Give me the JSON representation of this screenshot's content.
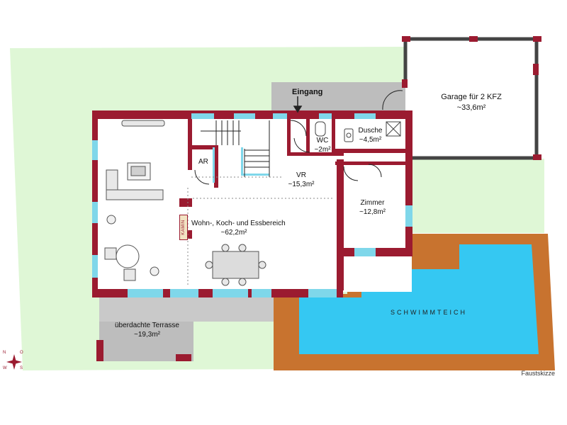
{
  "rooms": {
    "eingang": {
      "title": "Eingang"
    },
    "garage": {
      "title": "Garage für 2 KFZ",
      "area": "~33,6m²"
    },
    "ar": {
      "title": "AR"
    },
    "wc": {
      "title": "WC",
      "area": "~2m²"
    },
    "dusche": {
      "title": "Dusche",
      "area": "~4,5m²"
    },
    "vr": {
      "title": "VR",
      "area": "~15,3m²"
    },
    "zimmer": {
      "title": "Zimmer",
      "area": "~12,8m²"
    },
    "wohn": {
      "title": "Wohn-, Koch- und Essbereich",
      "area": "~62,2m²"
    },
    "terrasse": {
      "title": "überdachte Terrasse",
      "area": "~19,3m²"
    }
  },
  "kamin": "KAMIN",
  "pool": "SCHWIMMTEICH",
  "compass": {
    "n": "N",
    "e": "O",
    "s": "S",
    "w": "W"
  },
  "sketch_note": "Faustskizze",
  "colors": {
    "wall": "#9b1b30",
    "window": "#7fd7ea",
    "garden": "#dff7d6",
    "pool": "#35c8f2",
    "pool_rim": "#c8732f",
    "paving": "#bdbdbd"
  }
}
